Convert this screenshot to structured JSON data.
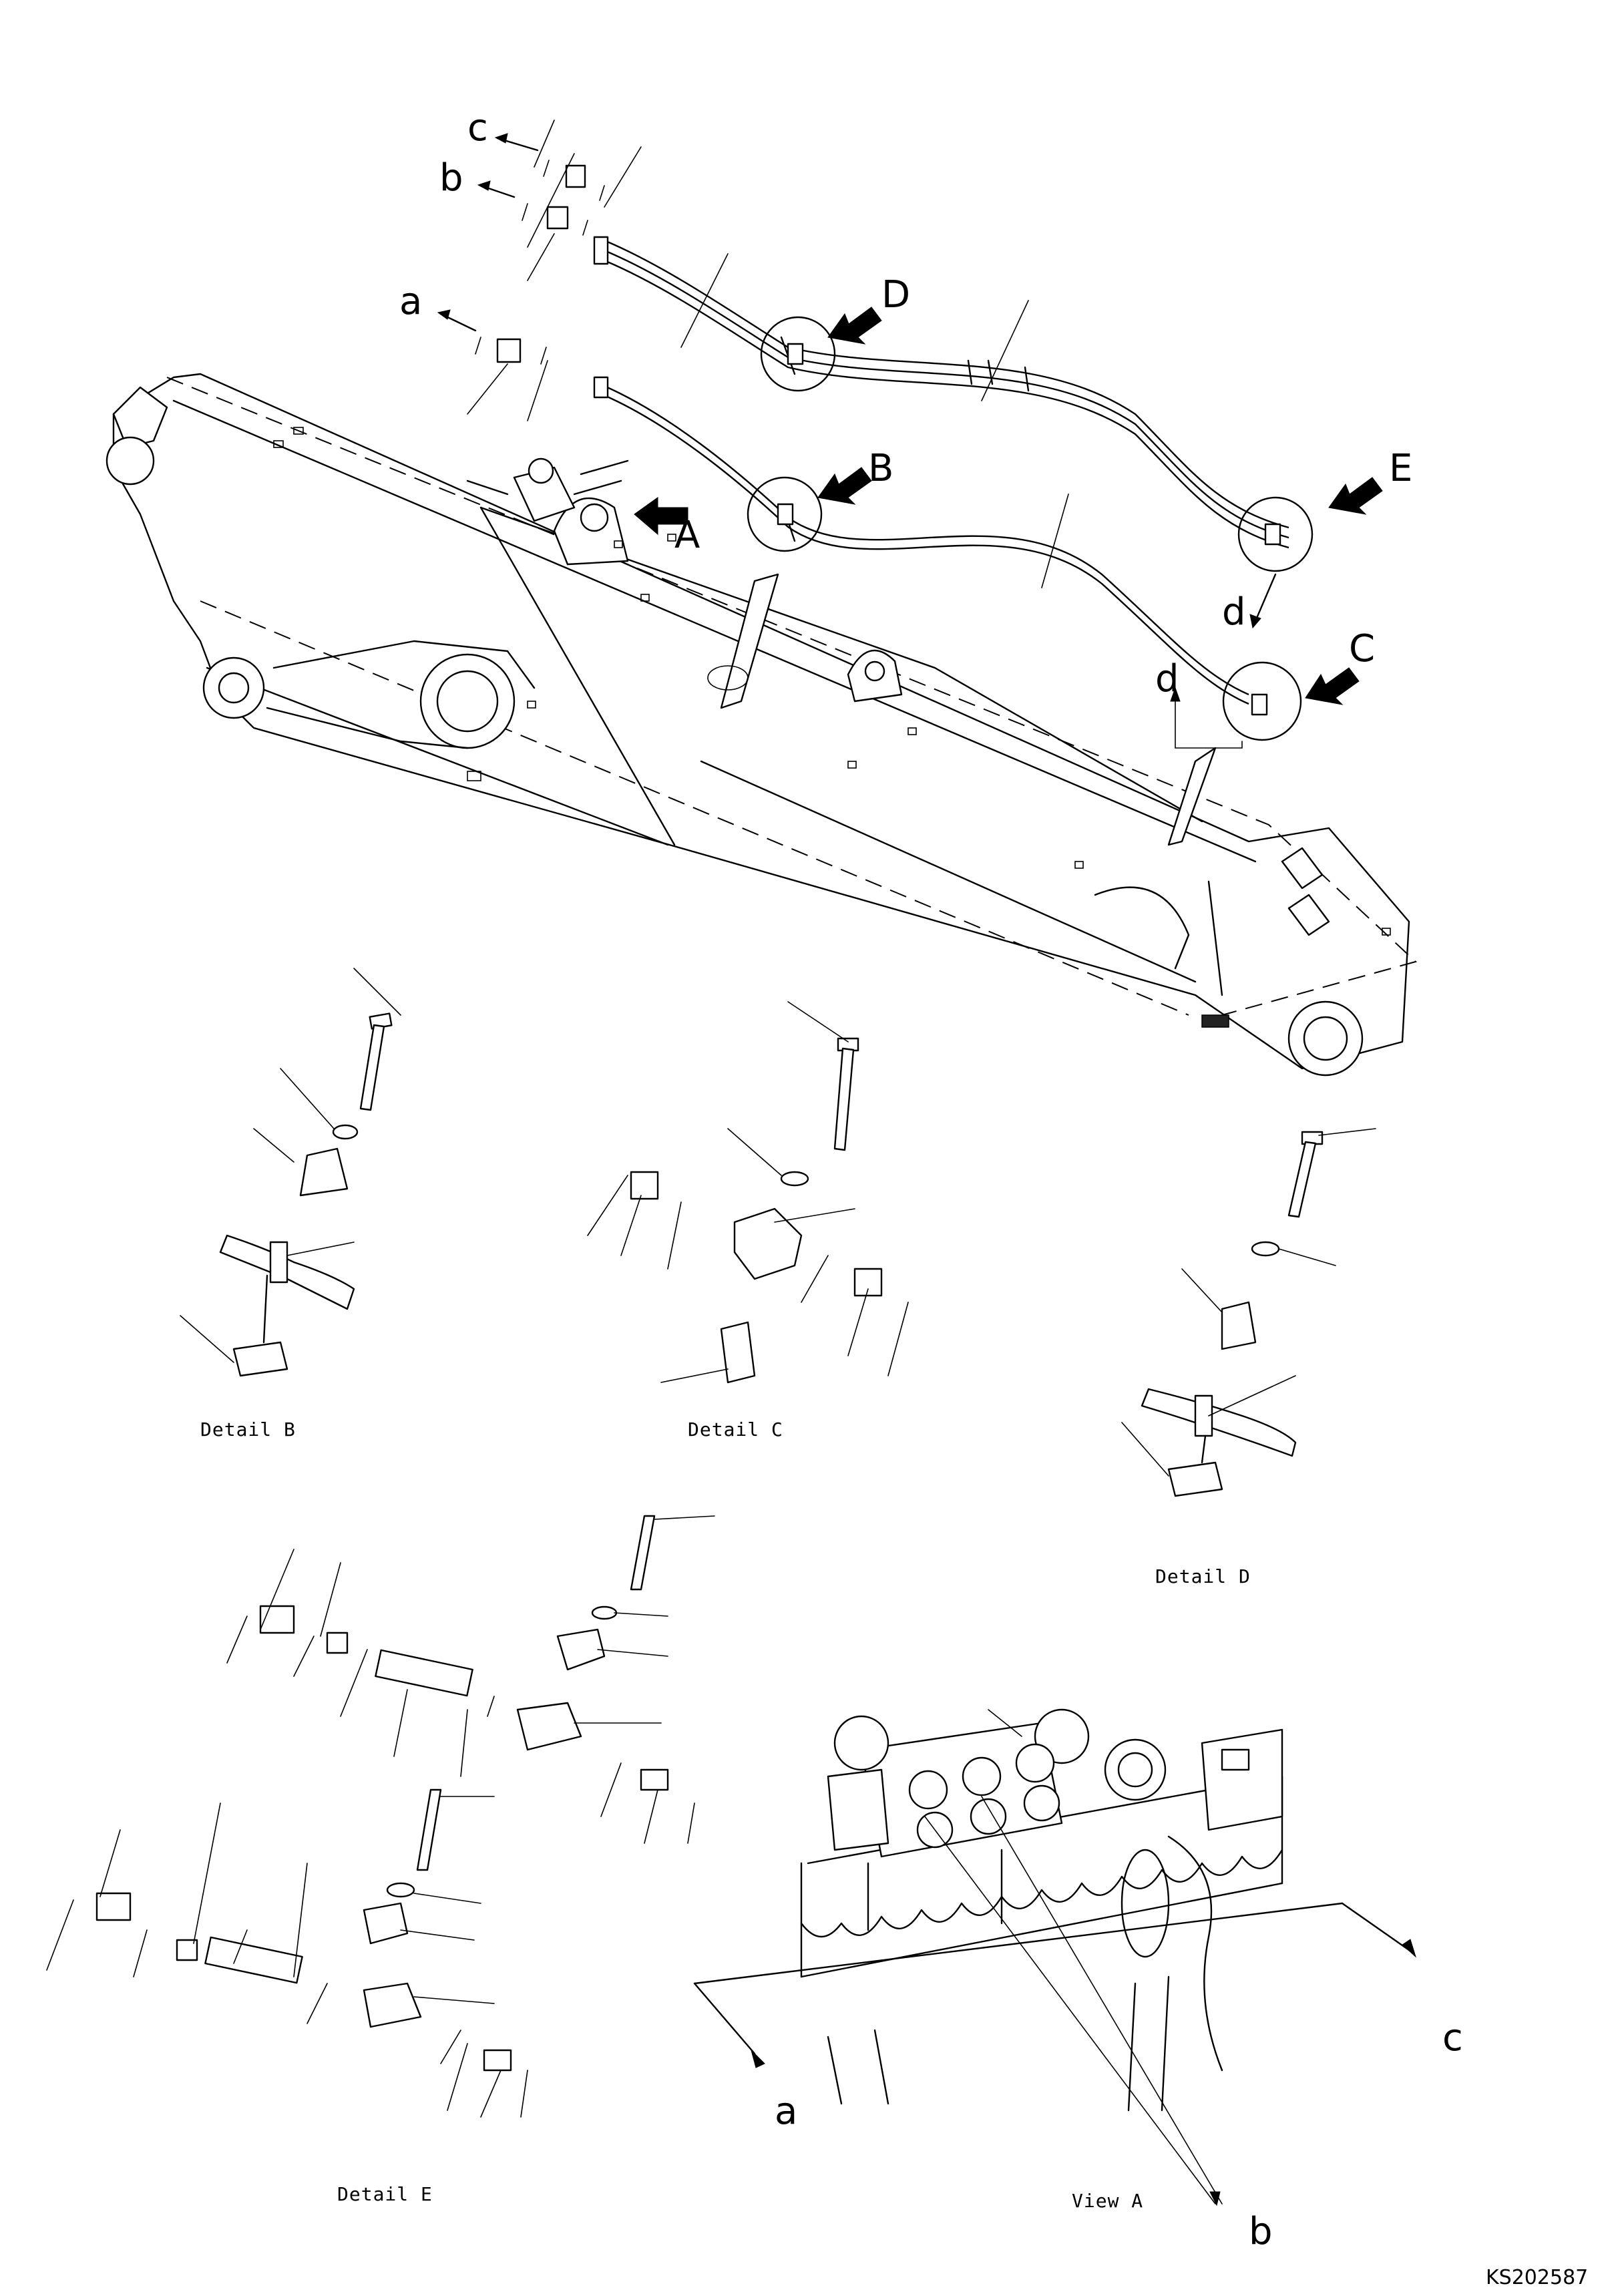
{
  "diagram": {
    "callouts": {
      "a": "a",
      "b": "b",
      "c": "c",
      "d": "d",
      "A": "A",
      "B": "B",
      "C": "C",
      "D": "D",
      "E": "E"
    },
    "captions": {
      "detail_b": "Detail B",
      "detail_c": "Detail C",
      "detail_d": "Detail D",
      "detail_e": "Detail E",
      "view_a": "View A"
    },
    "drawing_code": "KS202587"
  }
}
